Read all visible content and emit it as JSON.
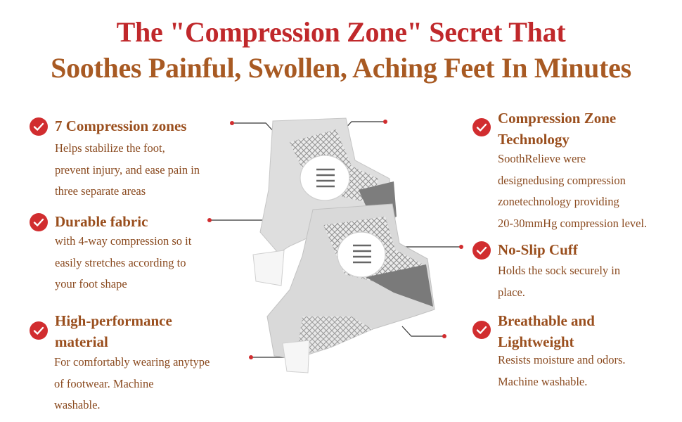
{
  "headline": {
    "line1": "The \"Compression Zone\" Secret That",
    "line2": "Soothes Painful, Swollen, Aching Feet In Minutes"
  },
  "colors": {
    "headline_red": "#c0282b",
    "headline_brown": "#a85a23",
    "feature_title": "#9a4f1e",
    "feature_text": "#8a4a1f",
    "check_badge": "#d12d2f",
    "callout_dot": "#d12d2f",
    "sock_body": "#dcdcdc",
    "sock_heel": "#7d7d7d"
  },
  "features_left": [
    {
      "title": "7 Compression zones",
      "lines": [
        "Helps stabilize the foot,",
        "prevent injury, and ease pain in",
        "three separate areas"
      ],
      "icon": "check-circle-icon"
    },
    {
      "title": "Durable fabric",
      "lines": [
        "with 4-way compression so it",
        "easily stretches according to",
        "your foot shape"
      ],
      "icon": "check-circle-icon"
    },
    {
      "title_lines": [
        "High-performance",
        "material"
      ],
      "lines": [
        "For comfortably wearing anytype",
        "of footwear. Machine",
        "washable."
      ],
      "icon": "check-circle-icon"
    }
  ],
  "features_right": [
    {
      "title_lines": [
        "Compression Zone",
        "Technology"
      ],
      "lines": [
        "SoothRelieve were",
        "designedusing compression",
        "zonetechnology providing",
        "20-30mmHg compression level."
      ],
      "icon": "check-circle-icon"
    },
    {
      "title": "No-Slip Cuff",
      "lines": [
        "Holds the sock securely in",
        "place."
      ],
      "icon": "check-circle-icon"
    },
    {
      "title_lines": [
        "Breathable and",
        "Lightweight"
      ],
      "lines": [
        "Resists moisture and odors.",
        "Machine washable."
      ],
      "icon": "check-circle-icon"
    }
  ]
}
